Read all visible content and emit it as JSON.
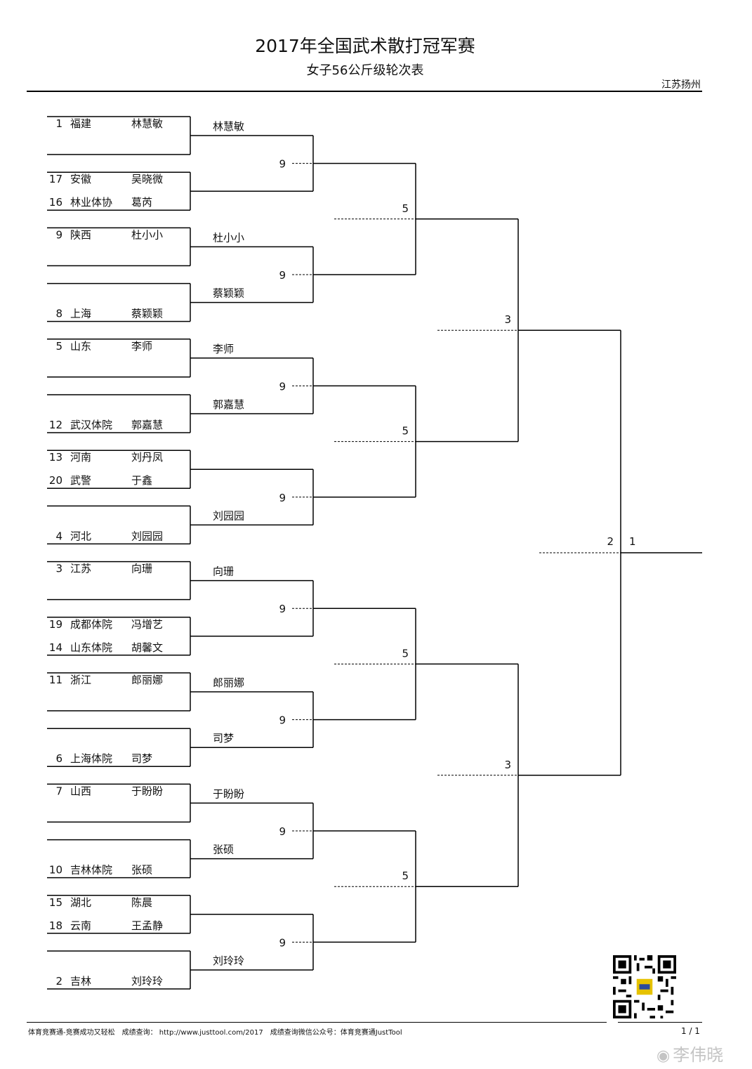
{
  "header": {
    "title": "2017年全国武术散打冠军赛",
    "subtitle": "女子56公斤级轮次表",
    "location": "江苏扬州"
  },
  "entrants": [
    {
      "seed": "1",
      "team": "福建",
      "name": "林慧敏"
    },
    {
      "seed": "",
      "team": "",
      "name": ""
    },
    {
      "seed": "17",
      "team": "安徽",
      "name": "吴晓微"
    },
    {
      "seed": "16",
      "team": "林业体协",
      "name": "葛芮"
    },
    {
      "seed": "9",
      "team": "陕西",
      "name": "杜小小"
    },
    {
      "seed": "",
      "team": "",
      "name": ""
    },
    {
      "seed": "",
      "team": "",
      "name": ""
    },
    {
      "seed": "8",
      "team": "上海",
      "name": "蔡颖颖"
    },
    {
      "seed": "5",
      "team": "山东",
      "name": "李师"
    },
    {
      "seed": "",
      "team": "",
      "name": ""
    },
    {
      "seed": "",
      "team": "",
      "name": ""
    },
    {
      "seed": "12",
      "team": "武汉体院",
      "name": "郭嘉慧"
    },
    {
      "seed": "13",
      "team": "河南",
      "name": "刘丹凤"
    },
    {
      "seed": "20",
      "team": "武警",
      "name": "于鑫"
    },
    {
      "seed": "",
      "team": "",
      "name": ""
    },
    {
      "seed": "4",
      "team": "河北",
      "name": "刘园园"
    },
    {
      "seed": "3",
      "team": "江苏",
      "name": "向珊"
    },
    {
      "seed": "",
      "team": "",
      "name": ""
    },
    {
      "seed": "19",
      "team": "成都体院",
      "name": "冯增艺"
    },
    {
      "seed": "14",
      "team": "山东体院",
      "name": "胡馨文"
    },
    {
      "seed": "11",
      "team": "浙江",
      "name": "郎丽娜"
    },
    {
      "seed": "",
      "team": "",
      "name": ""
    },
    {
      "seed": "",
      "team": "",
      "name": ""
    },
    {
      "seed": "6",
      "team": "上海体院",
      "name": "司梦"
    },
    {
      "seed": "7",
      "team": "山西",
      "name": "于盼盼"
    },
    {
      "seed": "",
      "team": "",
      "name": ""
    },
    {
      "seed": "",
      "team": "",
      "name": ""
    },
    {
      "seed": "10",
      "team": "吉林体院",
      "name": "张硕"
    },
    {
      "seed": "15",
      "team": "湖北",
      "name": "陈晨"
    },
    {
      "seed": "18",
      "team": "云南",
      "name": "王孟静"
    },
    {
      "seed": "",
      "team": "",
      "name": ""
    },
    {
      "seed": "2",
      "team": "吉林",
      "name": "刘玲玲"
    }
  ],
  "round1_winners": [
    "林慧敏",
    "",
    "杜小小",
    "蔡颖颖",
    "李师",
    "郭嘉慧",
    "",
    "刘园园",
    "向珊",
    "",
    "郎丽娜",
    "司梦",
    "于盼盼",
    "张硕",
    "",
    "刘玲玲"
  ],
  "round_labels": {
    "r2": [
      "9",
      "9",
      "9",
      "9",
      "9",
      "9",
      "9",
      "9"
    ],
    "r3": [
      "5",
      "5",
      "5",
      "5"
    ],
    "r4": [
      "3",
      "3"
    ],
    "final_left": "2",
    "final_right": "1"
  },
  "footer": {
    "left": "体育竞赛通-竞赛成功又轻松　成绩查询： http://www.justtool.com/2017　成绩查询微信公众号：体育竞赛通JustTool",
    "page": "1 / 1"
  },
  "watermark": "李伟晓"
}
